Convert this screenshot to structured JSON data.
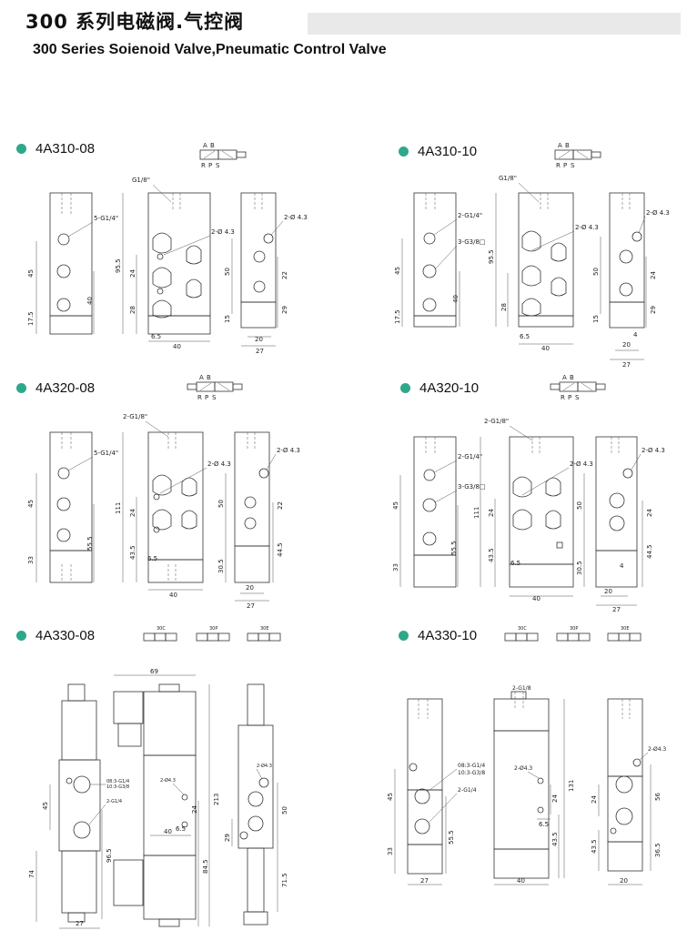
{
  "header": {
    "title_cn": "300 系列电磁阀.气控阀",
    "title_en": "300 Series Soienoid Valve,Pneumatic Control Valve"
  },
  "colors": {
    "accent_dot": "#2fa88a",
    "header_bar": "#e9e9e9",
    "line": "#333333"
  },
  "sections": [
    {
      "id": "s1",
      "title": "4A310-08",
      "symbol_labels": {
        "a": "A",
        "b": "B",
        "r": "R",
        "p": "P",
        "s": "S"
      },
      "labels": {
        "port_top": "G1/8\"",
        "port_left": "5-G1/4\"",
        "hole_mid": "2-Ø 4.3",
        "hole_right": "2-Ø 4.3"
      },
      "dims": {
        "d1": "45",
        "d2": "17.5",
        "d3": "40",
        "d4": "95.5",
        "d5": "24",
        "d6": "28",
        "d7": "6.5",
        "d8": "40",
        "d9": "50",
        "d10": "22",
        "d11": "15",
        "d12": "29",
        "d13": "20",
        "d14": "27"
      }
    },
    {
      "id": "s2",
      "title": "4A310-10",
      "symbol_labels": {
        "a": "A",
        "b": "B",
        "r": "R",
        "p": "P",
        "s": "S"
      },
      "labels": {
        "port_top": "G1/8\"",
        "port_left": "2-G1/4\"",
        "port_left2": "3-G3/8□",
        "hole_mid": "2-Ø 4.3",
        "hole_right": "2-Ø 4.3"
      },
      "dims": {
        "d1": "45",
        "d2": "17.5",
        "d3": "40",
        "d4": "95.5",
        "d5": "28",
        "d6": "6.5",
        "d7": "40",
        "d8": "50",
        "d9": "24",
        "d10": "15",
        "d11": "29",
        "d12": "4",
        "d13": "20",
        "d14": "27"
      }
    },
    {
      "id": "s3",
      "title": "4A320-08",
      "symbol_labels": {
        "a": "A",
        "b": "B",
        "r": "R",
        "p": "P",
        "s": "S"
      },
      "labels": {
        "port_top": "2-G1/8\"",
        "port_left": "5-G1/4\"",
        "hole_mid": "2-Ø 4.3",
        "hole_right": "2-Ø 4.3"
      },
      "dims": {
        "d1": "45",
        "d2": "33",
        "d3": "55.5",
        "d4": "111",
        "d5": "24",
        "d6": "43.5",
        "d7": "6.5",
        "d8": "40",
        "d9": "50",
        "d10": "22",
        "d11": "30.5",
        "d12": "44.5",
        "d13": "20",
        "d14": "27"
      }
    },
    {
      "id": "s4",
      "title": "4A320-10",
      "symbol_labels": {
        "a": "A",
        "b": "B",
        "r": "R",
        "p": "P",
        "s": "S"
      },
      "labels": {
        "port_top": "2-G1/8\"",
        "port_left": "2-G1/4\"",
        "port_left2": "3-G3/8□",
        "hole_mid": "2-Ø 4.3",
        "hole_right": "2-Ø 4.3"
      },
      "dims": {
        "d1": "45",
        "d2": "33",
        "d3": "55.5",
        "d4": "111",
        "d5": "24",
        "d6": "43.5",
        "d7": "6.5",
        "d8": "40",
        "d9": "50",
        "d10": "24",
        "d11": "30.5",
        "d12": "44.5",
        "d13": "4",
        "d14": "20",
        "d15": "27"
      }
    },
    {
      "id": "s5",
      "title": "4A330-08",
      "symbol_names": [
        "30C",
        "30P",
        "30E"
      ],
      "labels": {
        "port_left": "08:3-G1/4",
        "port_left2": "10:3-G3/8",
        "port_left3": "2-G1/4",
        "hole_mid": "2-Ø4.3",
        "hole_right": "2-Ø4.3"
      },
      "dims": {
        "d1": "69",
        "d2": "45",
        "d3": "96.5",
        "d4": "74",
        "d5": "27",
        "d6": "213",
        "d7": "84.5",
        "d8": "24",
        "d9": "6.5",
        "d10": "40",
        "d11": "50",
        "d12": "29",
        "d13": "71.5"
      }
    },
    {
      "id": "s6",
      "title": "4A330-10",
      "symbol_names": [
        "30C",
        "30P",
        "30E"
      ],
      "labels": {
        "port_top": "2-G1/8",
        "port_left": "08:3-G1/4",
        "port_left2": "10:3-G3/8",
        "port_left3": "2-G1/4",
        "hole_mid": "2-Ø4.3",
        "hole_right": "2-Ø4.3"
      },
      "dims": {
        "d1": "45",
        "d2": "33",
        "d3": "55.5",
        "d4": "27",
        "d5": "131",
        "d6": "24",
        "d7": "6.5",
        "d8": "43.5",
        "d9": "40",
        "d10": "56",
        "d11": "24",
        "d12": "43.5",
        "d13": "36.5",
        "d14": "20"
      }
    }
  ]
}
